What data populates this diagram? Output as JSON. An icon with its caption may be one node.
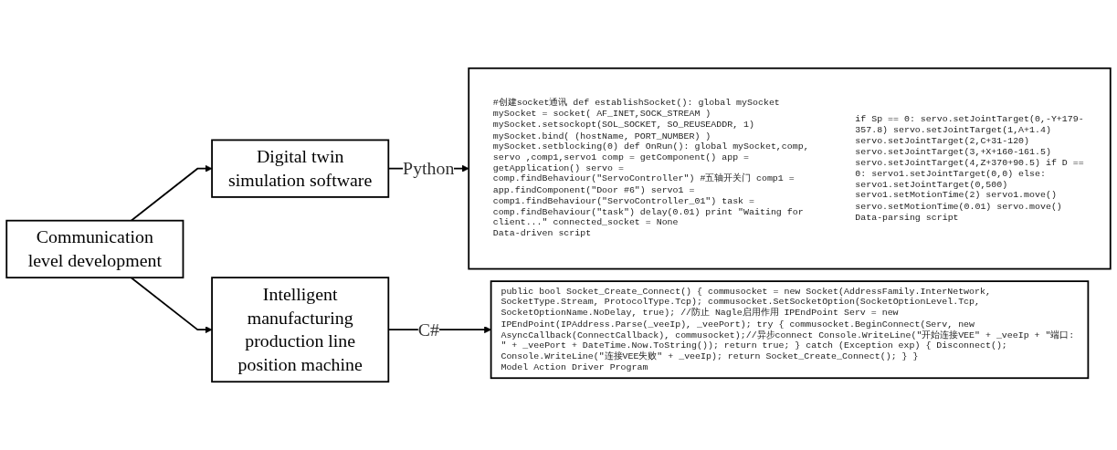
{
  "diagram": {
    "nodes": [
      {
        "text": [
          "Communication level development"
        ]
      },
      {
        "text": [
          "Digital twin simulation software"
        ]
      },
      {
        "text": [
          "Intelligent manufacturing production line position machine"
        ]
      },
      {
        "text": [],
        "shape": "box"
      },
      {
        "text": [
          "#创建socket通讯 def establishSocket(): global mySocket mySocket = socket( AF_INET,SOCK_STREAM ) mySocket.setsockopt(SOL_SOCKET, SO_REUSEADDR, 1) mySocket.bind( (hostName, PORT_NUMBER) ) mySocket.setblocking(0) def OnRun(): global mySocket,comp, servo ,comp1,servo1 comp = getComponent() app = getApplication() servo = comp.findBehaviour(\"ServoController\") #五轴开关门 comp1 = app.findComponent(\"Door #6\") servo1 = comp1.findBehaviour(\"ServoController_01\") task = comp.findBehaviour(\"task\") delay(0.01) print \"Waiting for client...\" connected_socket = None",
          "Data-driven script"
        ],
        "in": 3
      },
      {
        "text": [
          "if Sp == 0: servo.setJointTarget(0,-Y+179-357.8) servo.setJointTarget(1,A+1.4) servo.setJointTarget(2,C+31-120) servo.setJointTarget(3,+X+160-161.5) servo.setJointTarget(4,Z+370+90.5) if D == 0: servo1.setJointTarget(0,0) else: servo1.setJointTarget(0,500) servo1.setMotionTime(2) servo1.move() servo.setMotionTime(0.01) servo.move()",
          "Data-parsing script"
        ],
        "in": 3
      },
      {
        "text": [
          "public bool Socket_Create_Connect() { commusocket = new Socket(AddressFamily.InterNetwork, SocketType.Stream, ProtocolType.Tcp); commusocket.SetSocketOption(SocketOptionLevel.Tcp, SocketOptionName.NoDelay, true); //防止 Nagle启用作用 IPEndPoint Serv = new IPEndPoint(IPAddress.Parse(_veeIp), _veePort); try { commusocket.BeginConnect(Serv, new AsyncCallback(ConnectCallback), commusocket);//异步connect Console.WriteLine(\"开始连接VEE\" + _veeIp + \"端口: \" + _veePort + DateTime.Now.ToString()); return true; } catch (Exception exp) { Disconnect(); Console.WriteLine(\"连接VEE失败\" + _veeIp); return Socket_Create_Connect(); } }",
          "Model Action Driver Program"
        ]
      }
    ],
    "edges": [
      {
        "from": 0,
        "to": 1,
        "arrow": "to"
      },
      {
        "from": 0,
        "to": 2,
        "arrow": "to"
      },
      {
        "from": 1,
        "to": 3,
        "label": "Python",
        "arrow": "to"
      },
      {
        "from": 2,
        "to": 6,
        "label": "C#",
        "arrow": "to"
      }
    ]
  }
}
